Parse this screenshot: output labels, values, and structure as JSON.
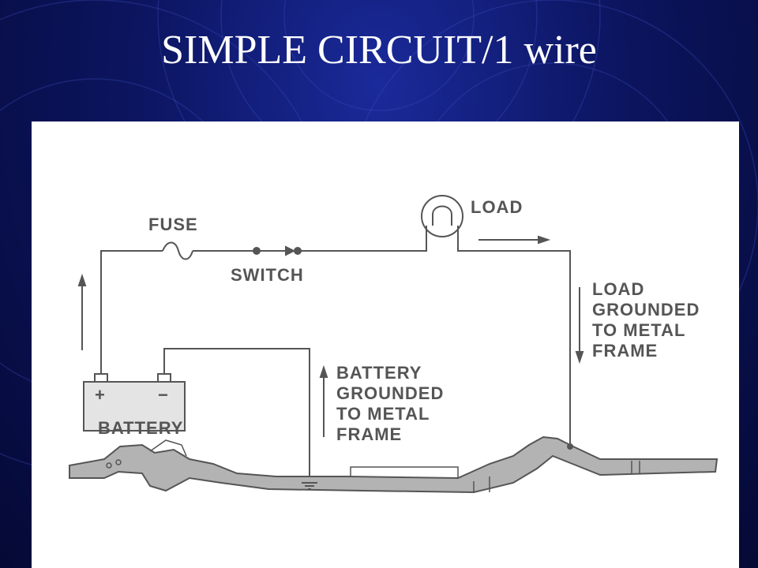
{
  "slide": {
    "title": "SIMPLE CIRCUIT/1 wire"
  },
  "diagram": {
    "fuse_label": "FUSE",
    "switch_label": "SWITCH",
    "load_label": "LOAD",
    "battery_label": "BATTERY",
    "plus_sign": "+",
    "minus_sign": "−",
    "load_ground_label": [
      "LOAD",
      "GROUNDED",
      "TO METAL",
      "FRAME"
    ],
    "battery_ground_label": [
      "BATTERY",
      "GROUNDED",
      "TO METAL",
      "FRAME"
    ]
  },
  "colors": {
    "background": "#0c1560",
    "panel": "#ffffff",
    "ink": "#555555",
    "frame_fill": "#b0b0b0"
  }
}
